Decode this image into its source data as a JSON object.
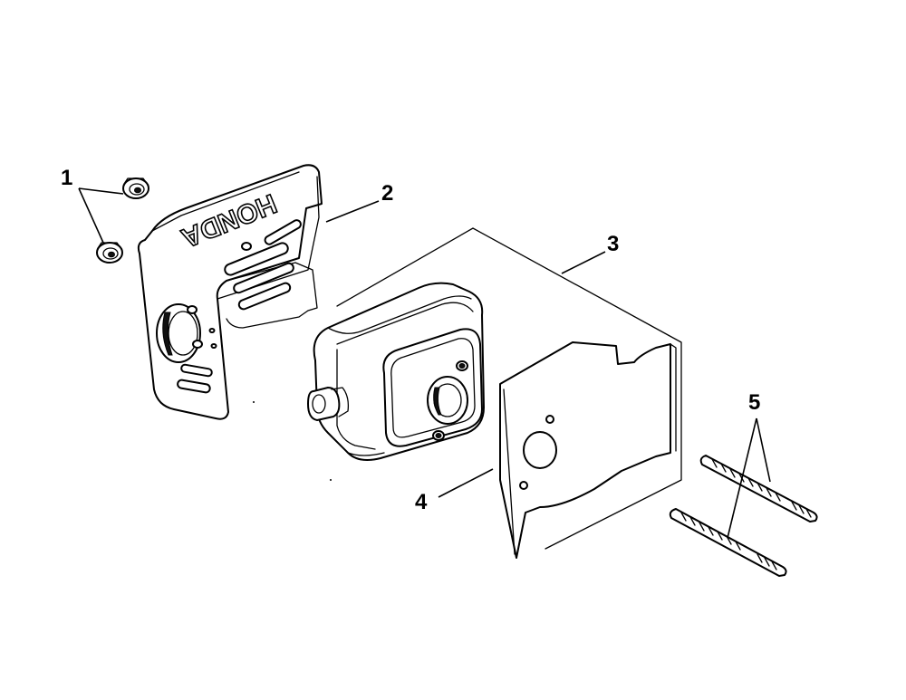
{
  "callouts": {
    "c1": "1",
    "c2": "2",
    "c3": "3",
    "c4": "4",
    "c5": "5"
  },
  "shield_logo": "HONDA",
  "colors": {
    "ink": "#000000",
    "paper": "#ffffff"
  }
}
